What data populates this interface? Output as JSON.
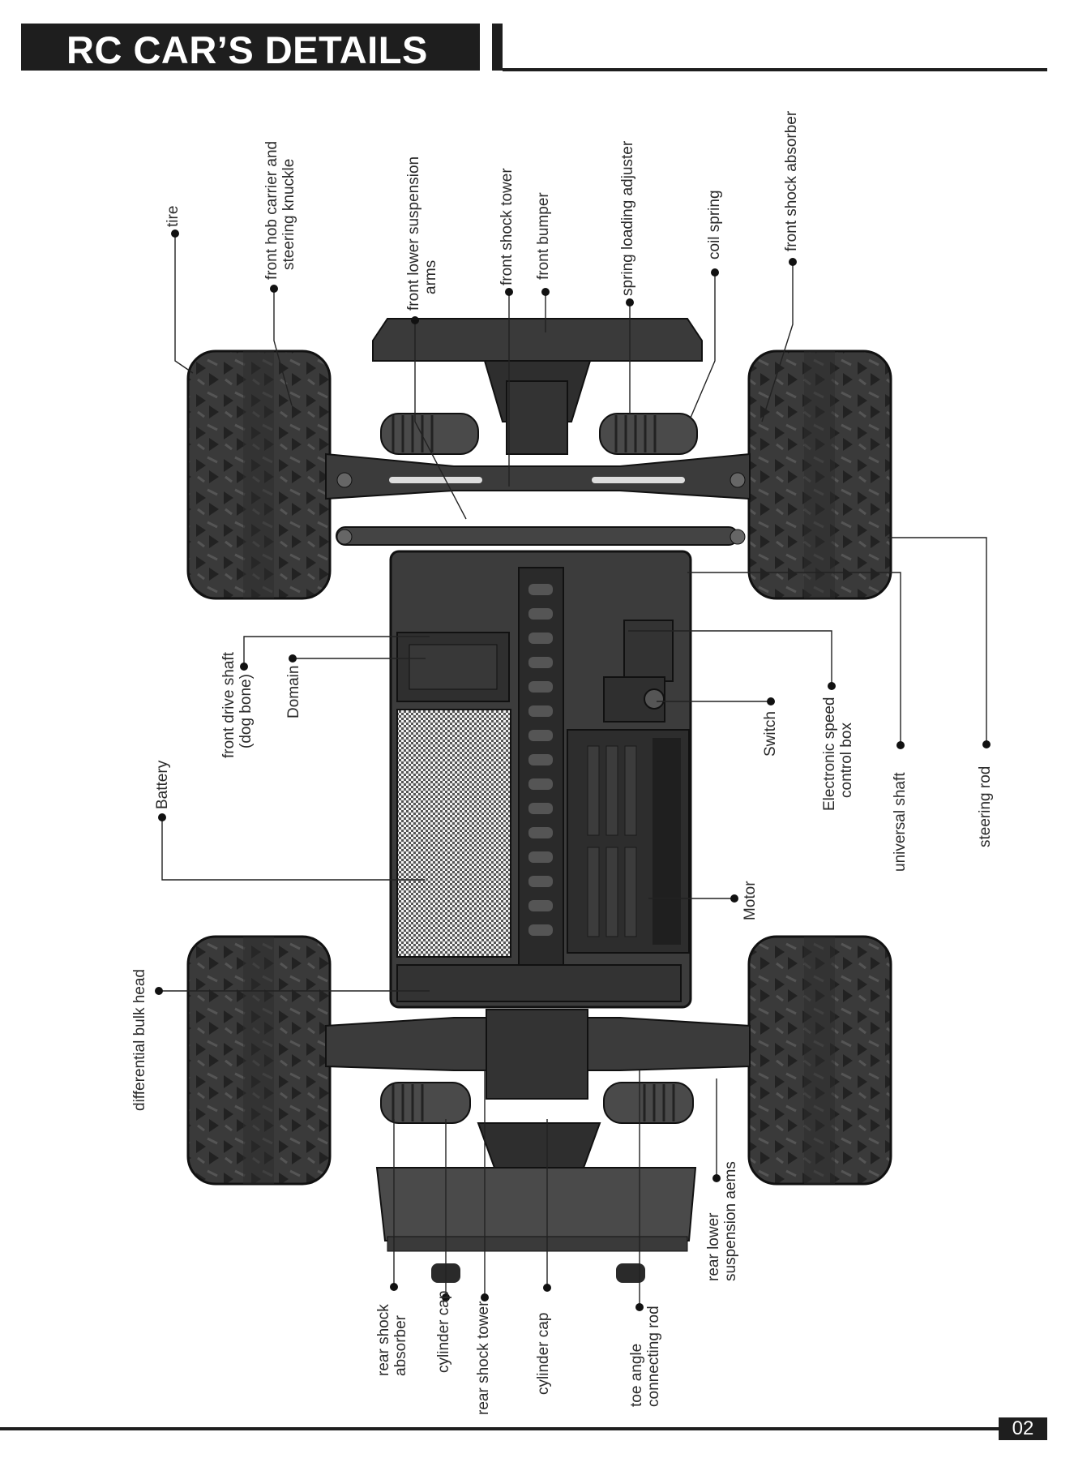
{
  "header": {
    "title": "RC CAR’S DETAILS"
  },
  "footer": {
    "page_number": "02"
  },
  "labels": {
    "tire": "tire",
    "front_hob_carrier": [
      "front hob carrier and",
      "steering knuckle"
    ],
    "front_lower_suspension": [
      "front lower suspension",
      "arms"
    ],
    "front_shock_tower": "front shock tower",
    "front_bumper": "front bumper",
    "spring_loading_adjuster": "spring loading adjuster",
    "coil_spring": "coil spring",
    "front_shock_absorber": "front shock absorber",
    "front_drive_shaft": [
      "front drive shaft",
      "(dog bone)"
    ],
    "domain": "Domain",
    "battery": "Battery",
    "switch": "Switch",
    "esc": [
      "Electronic speed",
      "control box"
    ],
    "universal_shaft": "universal shaft",
    "steering_rod": "steering rod",
    "motor": "Motor",
    "differential_bulk_head": "differential bulk head",
    "rear_shock_absorber": [
      "rear shock",
      "absorber"
    ],
    "cylinder_cap_1": "cylinder cap",
    "rear_shock_tower": "rear shock tower",
    "cylinder_cap_2": "cylinder cap",
    "toe_angle": [
      "toe angle",
      "connecting rod"
    ],
    "rear_lower_suspension": [
      "rear lower",
      "suspension aems"
    ]
  }
}
